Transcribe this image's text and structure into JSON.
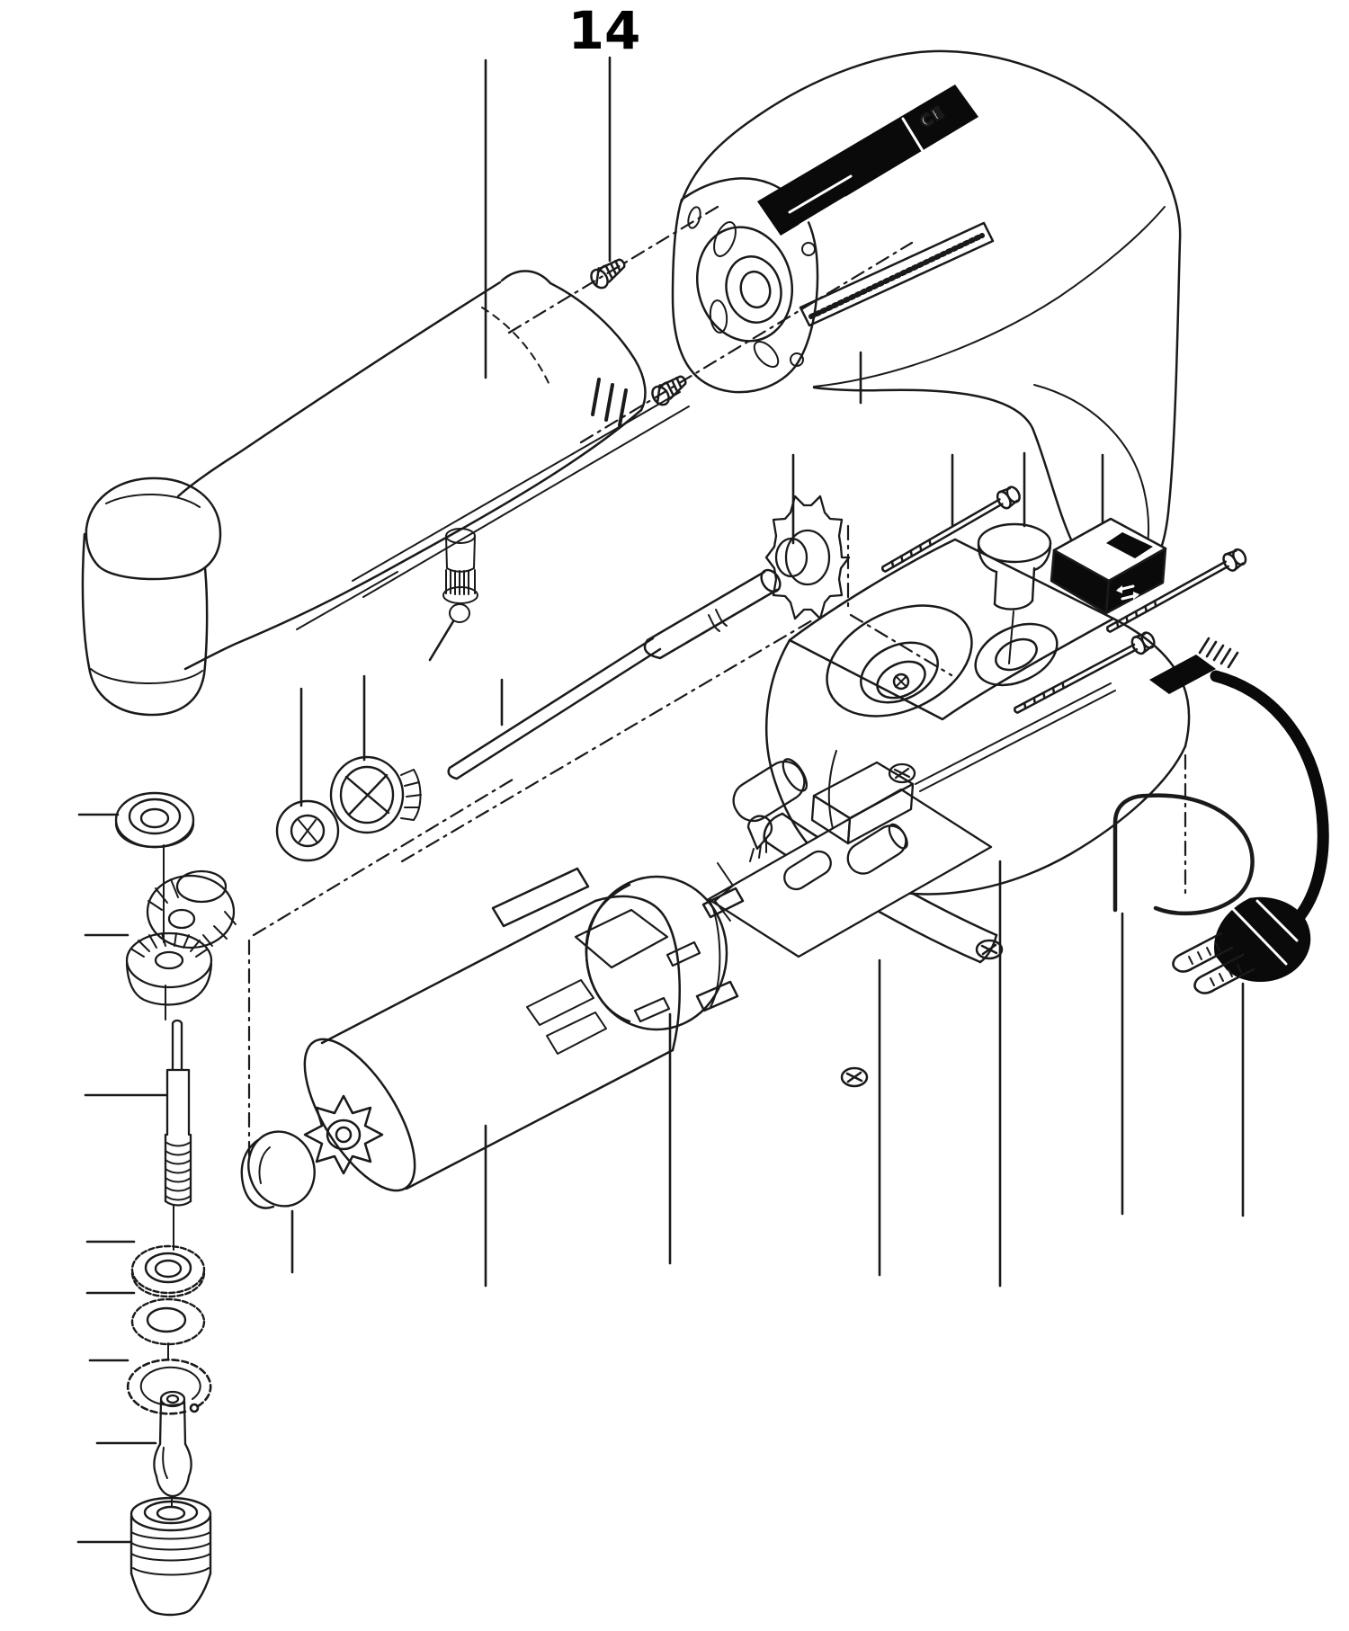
{
  "figure": {
    "callout": {
      "number": "14"
    },
    "labels": {
      "ce_mark": "CE"
    },
    "colors": {
      "line": "#1a1a1a",
      "background": "#ffffff",
      "solid_black": "#0a0a0a"
    },
    "parts": [
      {
        "name": "pan-head-screw"
      },
      {
        "name": "handle-housing"
      },
      {
        "name": "rear-housing"
      },
      {
        "name": "spindle-lock-button"
      },
      {
        "name": "shaft-bearing-ring"
      },
      {
        "name": "collar-nut"
      },
      {
        "name": "drive-shaft"
      },
      {
        "name": "gear-wheel"
      },
      {
        "name": "long-assembly-screw"
      },
      {
        "name": "reverse-push-button"
      },
      {
        "name": "switch-block"
      },
      {
        "name": "gear-housing"
      },
      {
        "name": "circuit-board"
      },
      {
        "name": "motor-strap"
      },
      {
        "name": "motor-holder-ring"
      },
      {
        "name": "motor"
      },
      {
        "name": "motor-bushing-ring"
      },
      {
        "name": "head-bearing"
      },
      {
        "name": "bevel-pinion-gear"
      },
      {
        "name": "bevel-crown-gear"
      },
      {
        "name": "threaded-spindle"
      },
      {
        "name": "spindle-bearing"
      },
      {
        "name": "washer"
      },
      {
        "name": "retaining-ring"
      },
      {
        "name": "output-sleeve"
      },
      {
        "name": "chuck"
      },
      {
        "name": "cord-retainer-wire"
      },
      {
        "name": "power-cord"
      },
      {
        "name": "mains-plug"
      }
    ]
  }
}
